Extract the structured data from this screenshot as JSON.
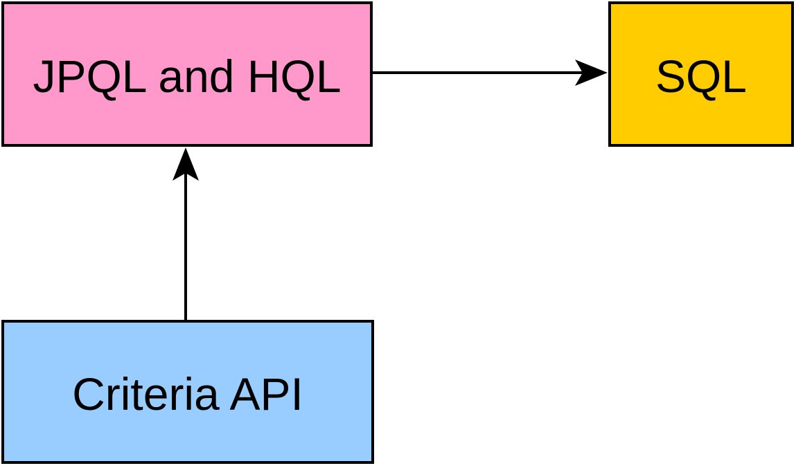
{
  "diagram": {
    "background_color": "#ffffff",
    "line_color": "#000000",
    "nodes": [
      {
        "id": "jpql-hql",
        "label": "JPQL and HQL",
        "fill": "#ff99cc",
        "border_color": "#000000"
      },
      {
        "id": "sql",
        "label": "SQL",
        "fill": "#ffcc00",
        "border_color": "#000000"
      },
      {
        "id": "criteria-api",
        "label": "Criteria API",
        "fill": "#99ccff",
        "border_color": "#000000"
      }
    ],
    "edges": [
      {
        "from": "jpql-hql",
        "to": "sql",
        "direction": "right",
        "style": "solid-arrow"
      },
      {
        "from": "criteria-api",
        "to": "jpql-hql",
        "direction": "up",
        "style": "solid-arrow"
      }
    ]
  }
}
